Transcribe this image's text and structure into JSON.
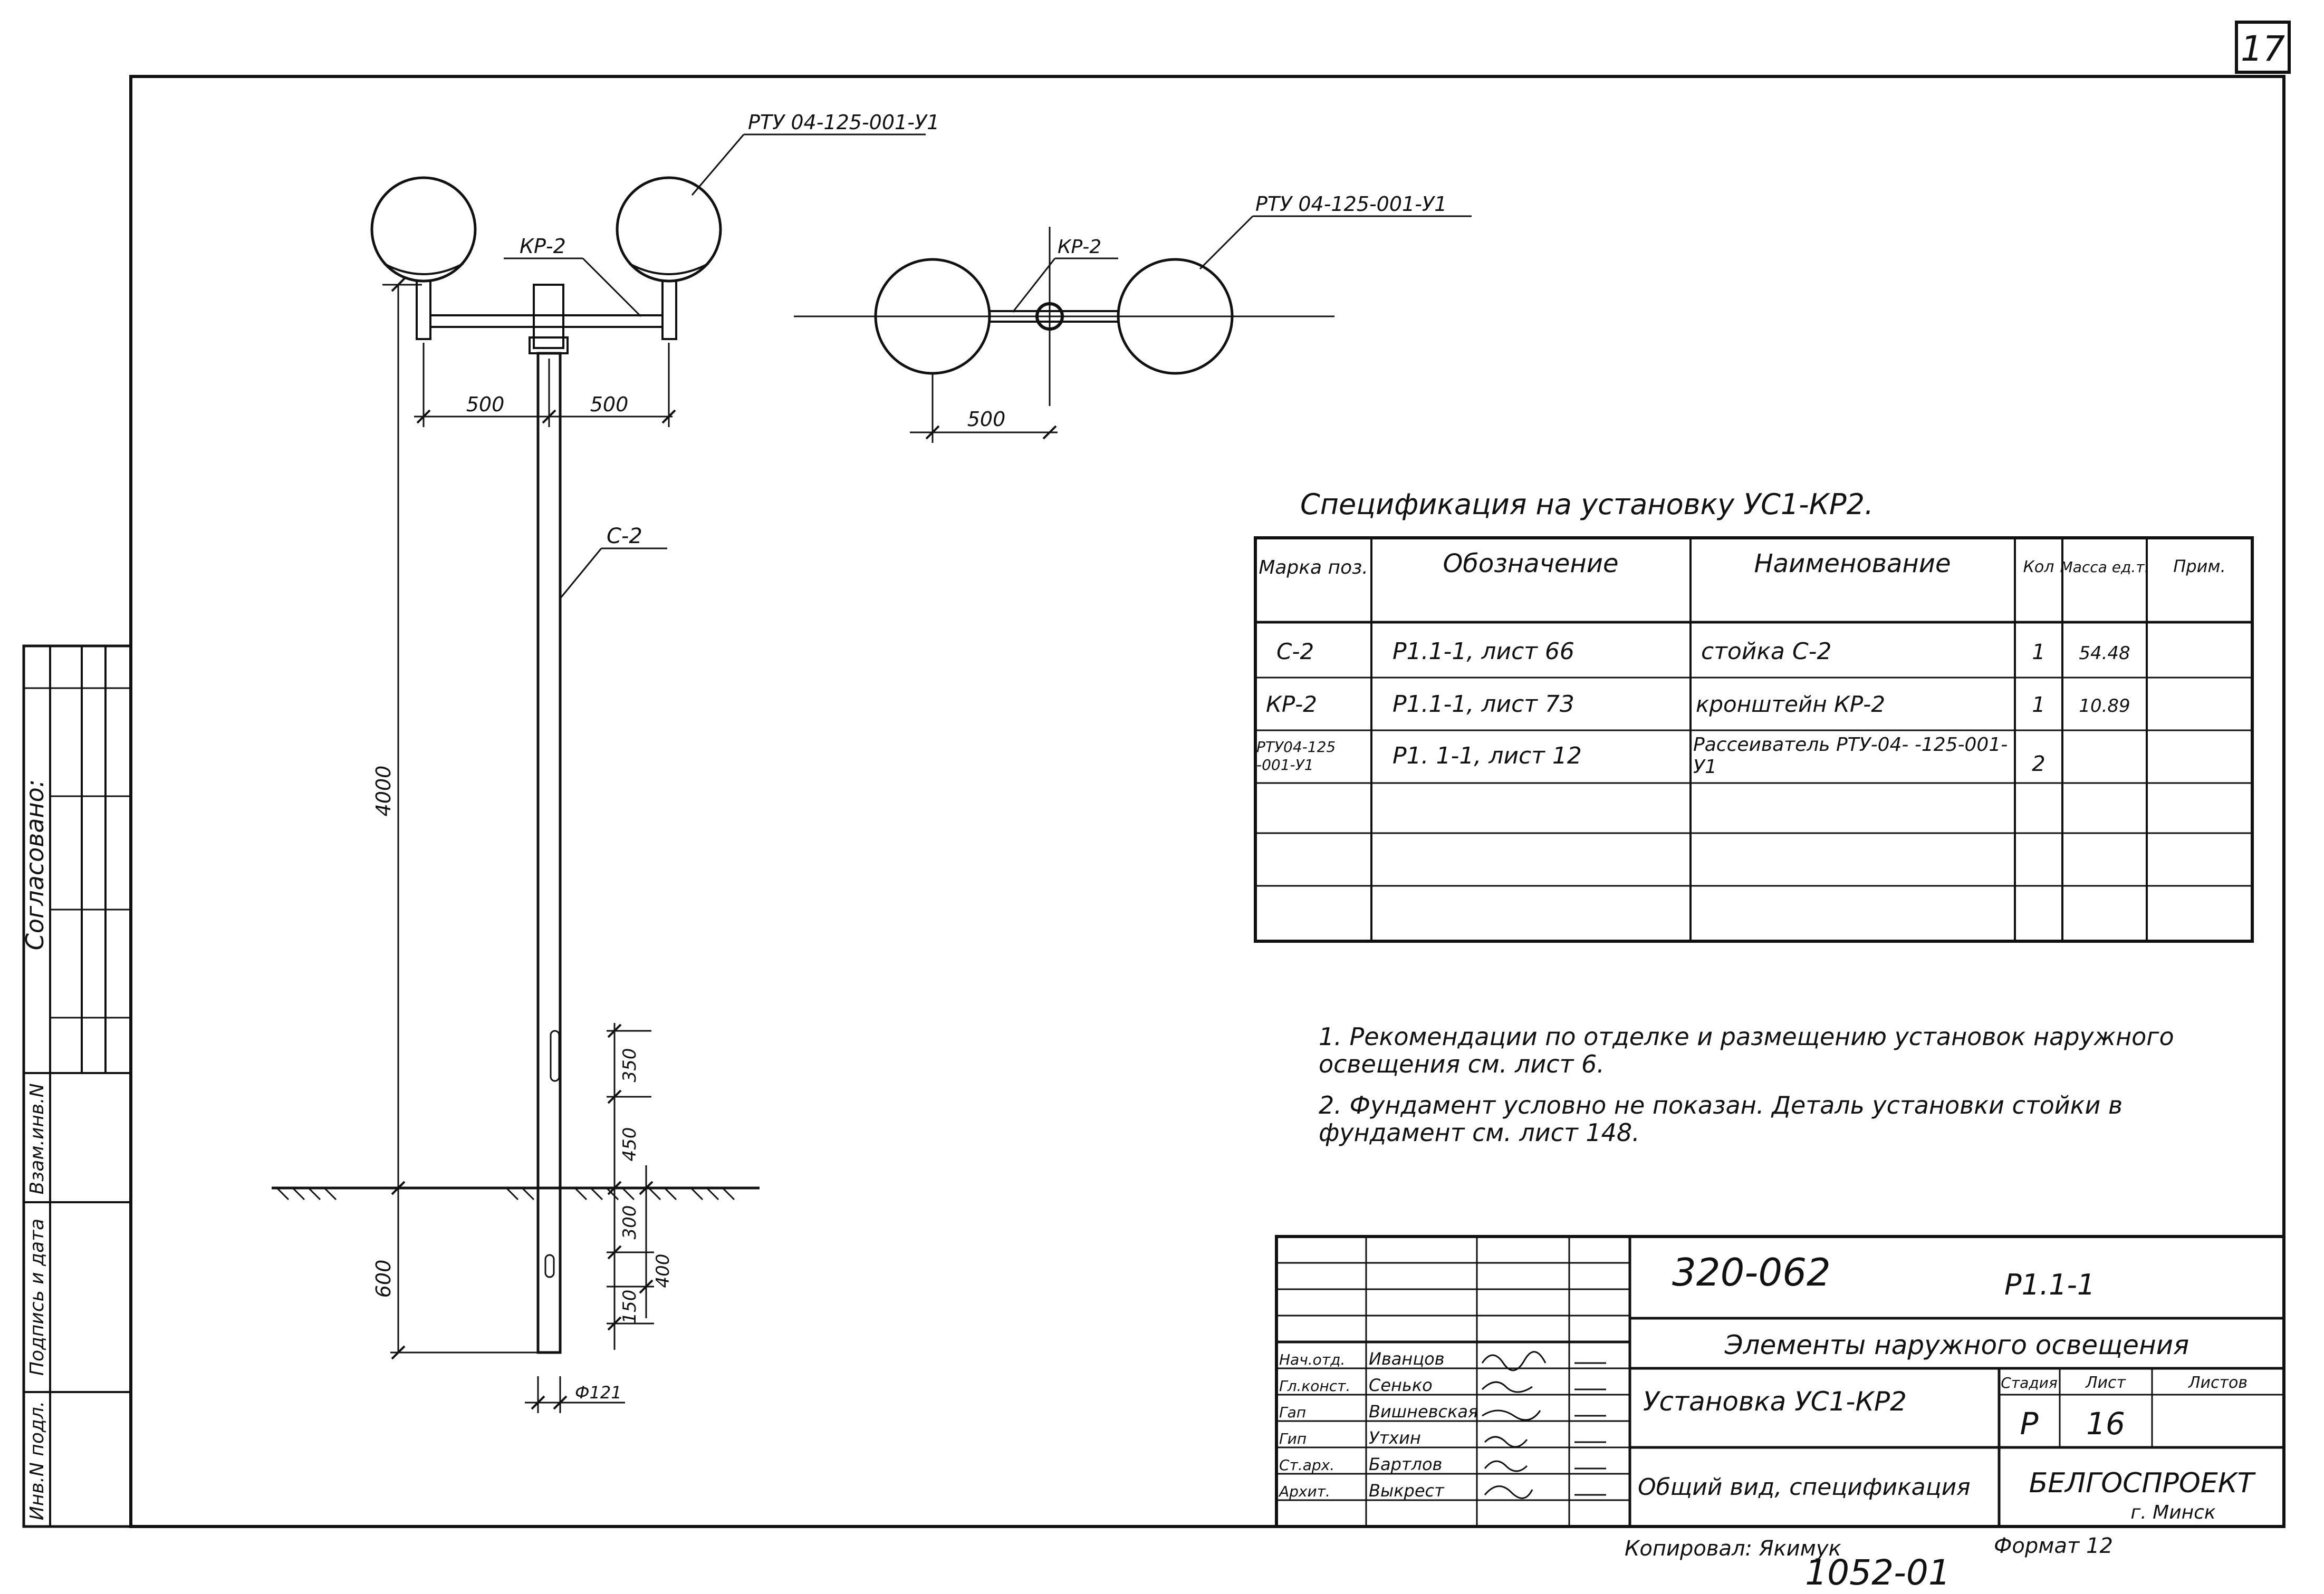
{
  "sheet_number": "17",
  "drawing": {
    "diffuser_label_top": "РТУ 04-125-001-У1",
    "bracket_label_front": "КР-2",
    "pole_label": "С-2",
    "arm_dim_left": "500",
    "arm_dim_right": "500",
    "plan_diffuser_label": "РТУ 04-125-001-У1",
    "plan_bracket_label": "КР-2",
    "plan_dim": "500",
    "height_dim": "4000",
    "embed_dim": "600",
    "dim_350": "350",
    "dim_450": "450",
    "dim_300": "300",
    "dim_150": "150",
    "dim_400": "400",
    "diameter": "Ф121"
  },
  "spec": {
    "title": "Спецификация на установку УС1-КР2.",
    "headers": [
      "Марка поз.",
      "Обозначение",
      "Наименование",
      "Кол",
      "Масса ед.т.",
      "Прим."
    ],
    "rows": [
      [
        "С-2",
        "Р1.1-1, лист 66",
        "стойка С-2",
        "1",
        "54.48",
        ""
      ],
      [
        "КР-2",
        "Р1.1-1, лист 73",
        "кронштейн КР-2",
        "1",
        "10.89",
        ""
      ],
      [
        "РТУ04-125 -001-У1",
        "Р1. 1-1, лист 12",
        "Рассеиватель РТУ-04- -125-001-У1",
        "2",
        "",
        ""
      ]
    ]
  },
  "notes": [
    "1. Рекомендации по отделке и размещению установок наружного освещения см. лист 6.",
    "2. Фундамент условно не показан. Деталь установки стойки в фундамент см. лист 148."
  ],
  "left_margin": {
    "agreed": "Согласовано:",
    "vzam": "Взам.инв.N",
    "podpis": "Подпись и дата",
    "inv": "Инв.N подл."
  },
  "title_block": {
    "code": "320-062",
    "series": "Р1.1-1",
    "section": "Элементы наружного освещения",
    "sheet_name": "Установка УС1-КР2",
    "view_name": "Общий вид, спецификация",
    "stage_h": "Стадия",
    "list_h": "Лист",
    "lists_h": "Листов",
    "stage": "Р",
    "list": "16",
    "org": "БЕЛГОСПРОЕКТ",
    "city": "г. Минск",
    "staff": [
      [
        "Нач.отд.",
        "Иванцов"
      ],
      [
        "Гл.конст.",
        "Сенько"
      ],
      [
        "Гап",
        "Вишневская"
      ],
      [
        "Гип",
        "Утхин"
      ],
      [
        "Ст.арх.",
        "Бартлов"
      ],
      [
        "Архит.",
        "Выкрест"
      ]
    ]
  },
  "footer": {
    "copied": "Копировал: Якимук",
    "format": "Формат 12",
    "inventory": "1052-01"
  }
}
